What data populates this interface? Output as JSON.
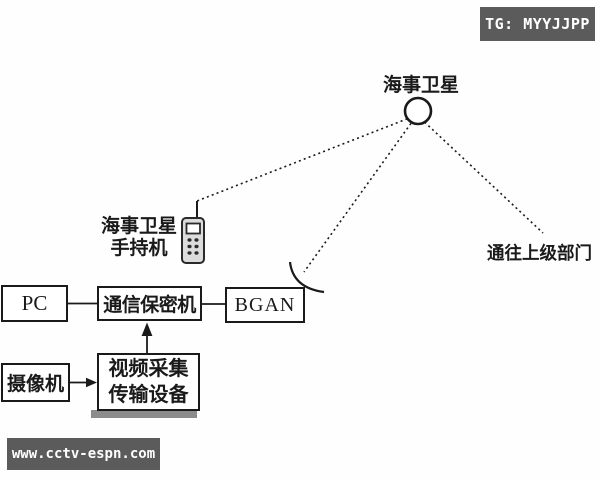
{
  "watermarks": {
    "telegram": "TG: MYYJJPP",
    "website": "www.cctv-espn.com"
  },
  "labels": {
    "satellite": "海事卫星",
    "handset_line1": "海事卫星",
    "handset_line2": "手持机",
    "upper_department": "通往上级部门"
  },
  "boxes": {
    "pc": "PC",
    "encryptor": "通信保密机",
    "bgan": "BGAN",
    "camera": "摄像机",
    "video_line1": "视频采集",
    "video_line2": "传输设备"
  },
  "icons": {
    "satellite": "satellite-circle-icon",
    "handset": "satellite-handset-icon",
    "bgan_antenna": "satellite-dish-icon"
  },
  "colors": {
    "background": "#fefefe",
    "line": "#1a1a1a",
    "watermark_bg": "#5b5b5b",
    "watermark_text": "#ffffff",
    "handset_fill": "#dcdcdc",
    "box_shadow": "#8c8c8c"
  }
}
